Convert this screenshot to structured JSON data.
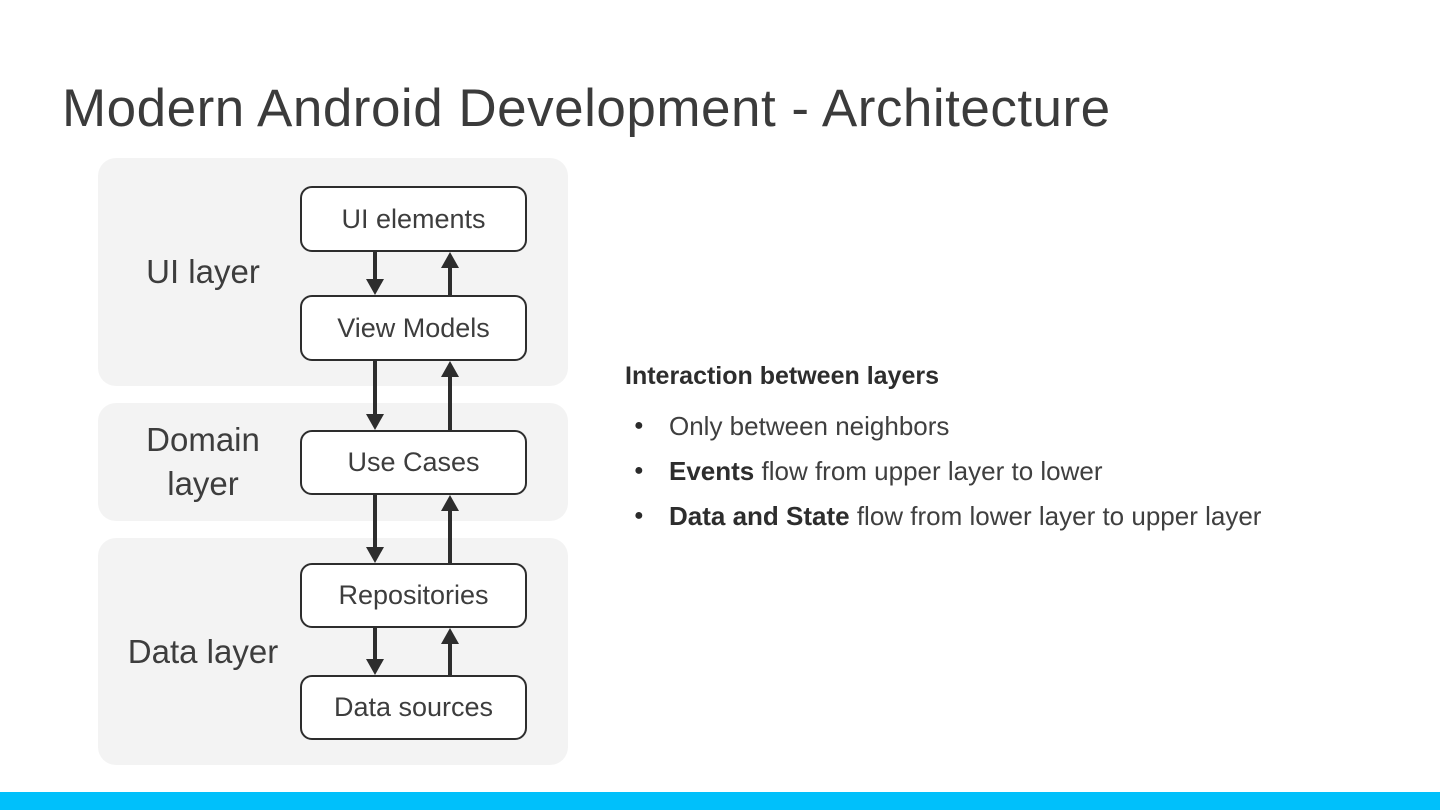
{
  "slide": {
    "title": "Modern Android Development - Architecture"
  },
  "diagram": {
    "layers": [
      {
        "label": "UI layer"
      },
      {
        "label": "Domain layer"
      },
      {
        "label": "Data layer"
      }
    ],
    "boxes": [
      {
        "label": "UI elements"
      },
      {
        "label": "View Models"
      },
      {
        "label": "Use Cases"
      },
      {
        "label": "Repositories"
      },
      {
        "label": "Data sources"
      }
    ]
  },
  "notes": {
    "heading": "Interaction between layers",
    "bullet_glyph": "●",
    "bullets": [
      {
        "bold": "",
        "text": "Only between neighbors"
      },
      {
        "bold": "Events",
        "text": " flow from upper layer to lower"
      },
      {
        "bold": "Data and State",
        "text": " flow from lower layer to upper layer"
      }
    ]
  },
  "colors": {
    "accent_bar": "#00c0fb",
    "layer_bg": "#f3f3f3",
    "stroke": "#2d2d2d"
  }
}
